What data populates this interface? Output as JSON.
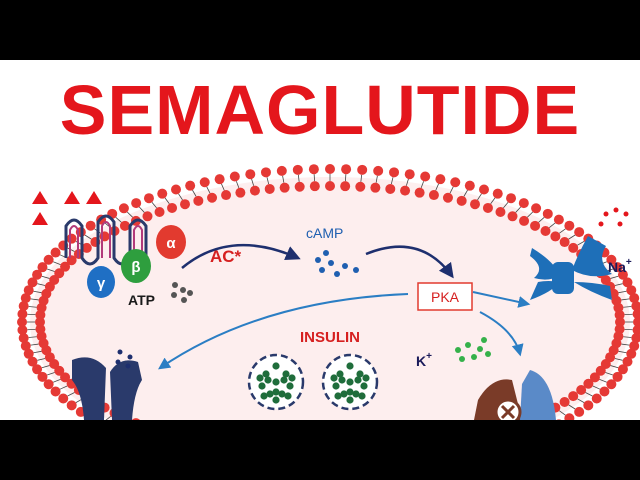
{
  "title": "SEMAGLUTIDE",
  "labels": {
    "ac": "AC*",
    "camp": "cAMP",
    "atp": "ATP",
    "pka": "PKA",
    "insulin": "INSULIN",
    "k": "K",
    "k_sup": "+",
    "na": "Na",
    "na_sup": "+",
    "gamma": "γ",
    "beta": "β",
    "alpha": "α"
  },
  "colors": {
    "title": "#e4161c",
    "membrane_head": "#e53935",
    "cell_fill": "#fdeeee",
    "gamma": "#1f6fc4",
    "beta": "#2e9e3e",
    "alpha": "#e23a2f",
    "receptor": "#2a3a6b",
    "channel_blue": "#1e6fb8",
    "granule": "#1f6d3b",
    "camp_dot": "#1f5fb0",
    "arrow_dark": "#1e2f6e",
    "arrow_blue": "#2b7ec4",
    "k_dot": "#35b14a",
    "ac_red": "#d62020"
  }
}
